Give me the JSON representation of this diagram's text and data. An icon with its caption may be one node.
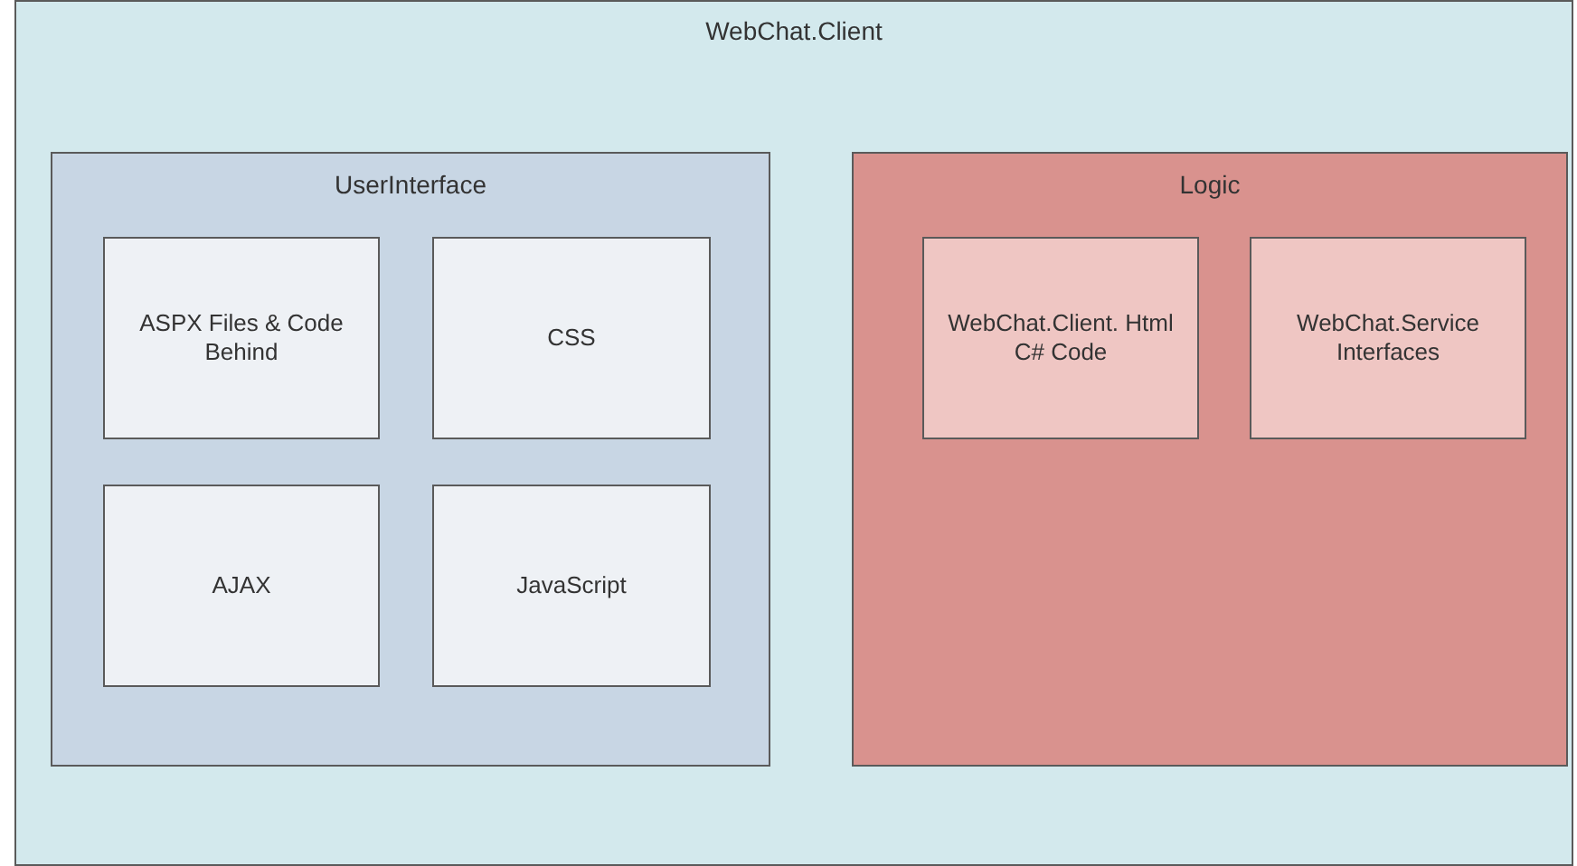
{
  "diagram": {
    "nodes": [
      {
        "text": [
          "WebChat.Client"
        ]
      },
      {
        "text": [
          "UserInterface"
        ],
        "in": 0
      },
      {
        "text": [
          "ASPX Files & Code Behind"
        ],
        "in": 1
      },
      {
        "text": [
          "CSS"
        ],
        "in": 1
      },
      {
        "text": [
          "AJAX"
        ],
        "in": 1
      },
      {
        "text": [
          "JavaScript"
        ],
        "in": 1
      },
      {
        "text": [
          "Logic"
        ],
        "in": 0
      },
      {
        "text": [
          "WebChat.Client. Html C# Code"
        ],
        "in": 6
      },
      {
        "text": [
          "WebChat.Service Interfaces"
        ],
        "in": 6
      }
    ]
  }
}
